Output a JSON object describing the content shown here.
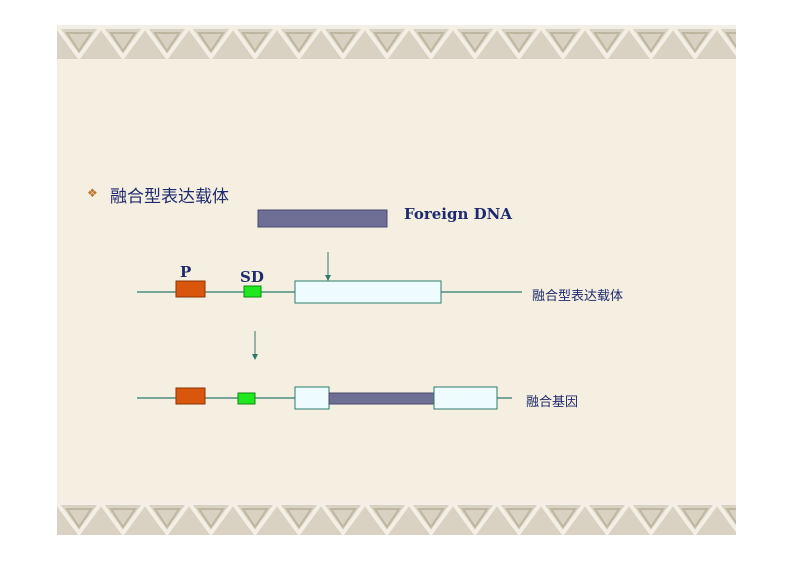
{
  "slide": {
    "bullet_symbol": "❖",
    "heading": "融合型表达载体"
  },
  "diagram": {
    "foreign_dna_label": "Foreign DNA",
    "promoter_label": "P",
    "sd_label": "SD",
    "vector_label": "融合型表达载体",
    "fusion_gene_label": "融合基因",
    "colors": {
      "line": "#2f7a6a",
      "foreign_dna": "#6f6f95",
      "promoter": "#d9570d",
      "sd": "#1fe81f",
      "gene_box_fill": "#eefcff",
      "gene_box_stroke": "#2f7a6a",
      "text": "#1f2a6e"
    }
  }
}
